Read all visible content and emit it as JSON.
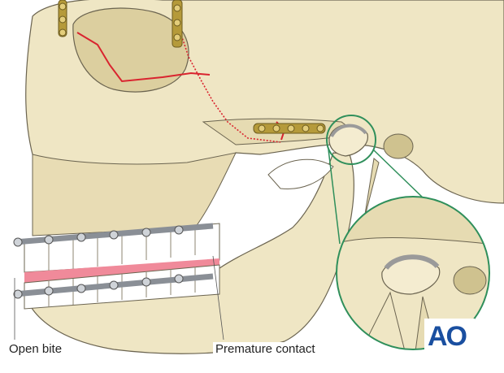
{
  "labels": {
    "open_bite": "Open bite",
    "premature_contact": "Premature contact"
  },
  "logo": {
    "text": "AO",
    "color": "#1a4fa0"
  },
  "colors": {
    "bone": "#efe6c4",
    "bone_shadow": "#dccf9f",
    "outline": "#6b6450",
    "fracture": "#d9242f",
    "plate": "#b59a3a",
    "wire": "#8a8f96",
    "gum": "#f08a9a",
    "circle": "#2f8f5b"
  },
  "icons": [
    "titanium-plate-icon",
    "screw-icon",
    "arch-bar-icon"
  ]
}
